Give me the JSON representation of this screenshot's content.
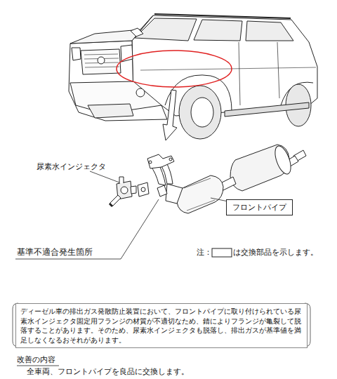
{
  "diagram": {
    "nodes": [
      {
        "text": [
          "フロントパイプ"
        ]
      },
      {
        "text": [
          "ディーゼル車の排出ガス発散防止装置において、フロントパイプに取り付けられている尿素水インジェクタ固定用フランジの材質が不適切なため、錆によりフランジが亀裂して脱落することがあります。そのため、尿素水インジェクタも脱落し、排出ガスが基準値を満足しなくなるおそれがあります。"
        ]
      }
    ],
    "edges": [],
    "labels": [
      "尿素水インジェクタ",
      "基準不適合発生箇所",
      "注：",
      "は交換部品を示します。",
      "改善の内容",
      "全車両、フロントパイプを良品に交換します。"
    ]
  }
}
